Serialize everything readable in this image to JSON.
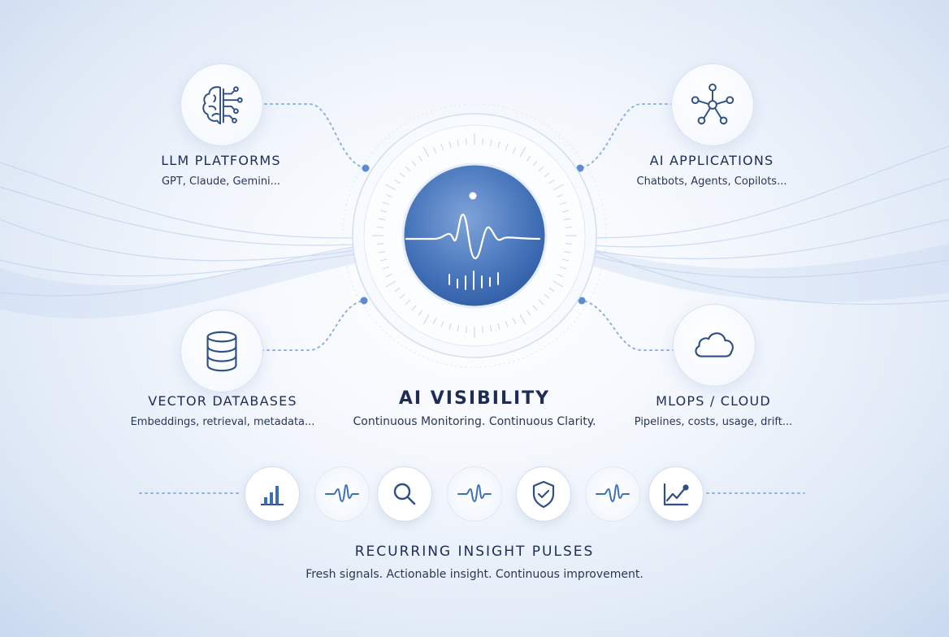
{
  "colors": {
    "accent": "#3d6fb8",
    "dark_text": "#1d2d55",
    "icon_stroke": "#2e4f86",
    "connector": "#8fb1e0"
  },
  "center": {
    "title": "AI VISIBILITY",
    "subtitle": "Continuous Monitoring. Continuous Clarity.",
    "icon": "heartbeat-pulse-icon"
  },
  "nodes": [
    {
      "id": "llm",
      "title": "LLM PLATFORMS",
      "subtitle": "GPT, Claude, Gemini...",
      "icon": "brain-circuit-icon"
    },
    {
      "id": "apps",
      "title": "AI APPLICATIONS",
      "subtitle": "Chatbots, Agents, Copilots...",
      "icon": "network-hub-icon"
    },
    {
      "id": "vector",
      "title": "VECTOR DATABASES",
      "subtitle": "Embeddings, retrieval, metadata...",
      "icon": "database-icon"
    },
    {
      "id": "mlops",
      "title": "MLOPS / CLOUD",
      "subtitle": "Pipelines, costs, usage, drift...",
      "icon": "cloud-icon"
    }
  ],
  "pulses": {
    "title": "RECURRING INSIGHT PULSES",
    "subtitle": "Fresh signals. Actionable insight. Continuous improvement.",
    "icons": [
      "bar-chart-icon",
      "wave-icon",
      "magnifier-icon",
      "wave-icon",
      "shield-check-icon",
      "wave-icon",
      "trend-line-icon"
    ]
  }
}
